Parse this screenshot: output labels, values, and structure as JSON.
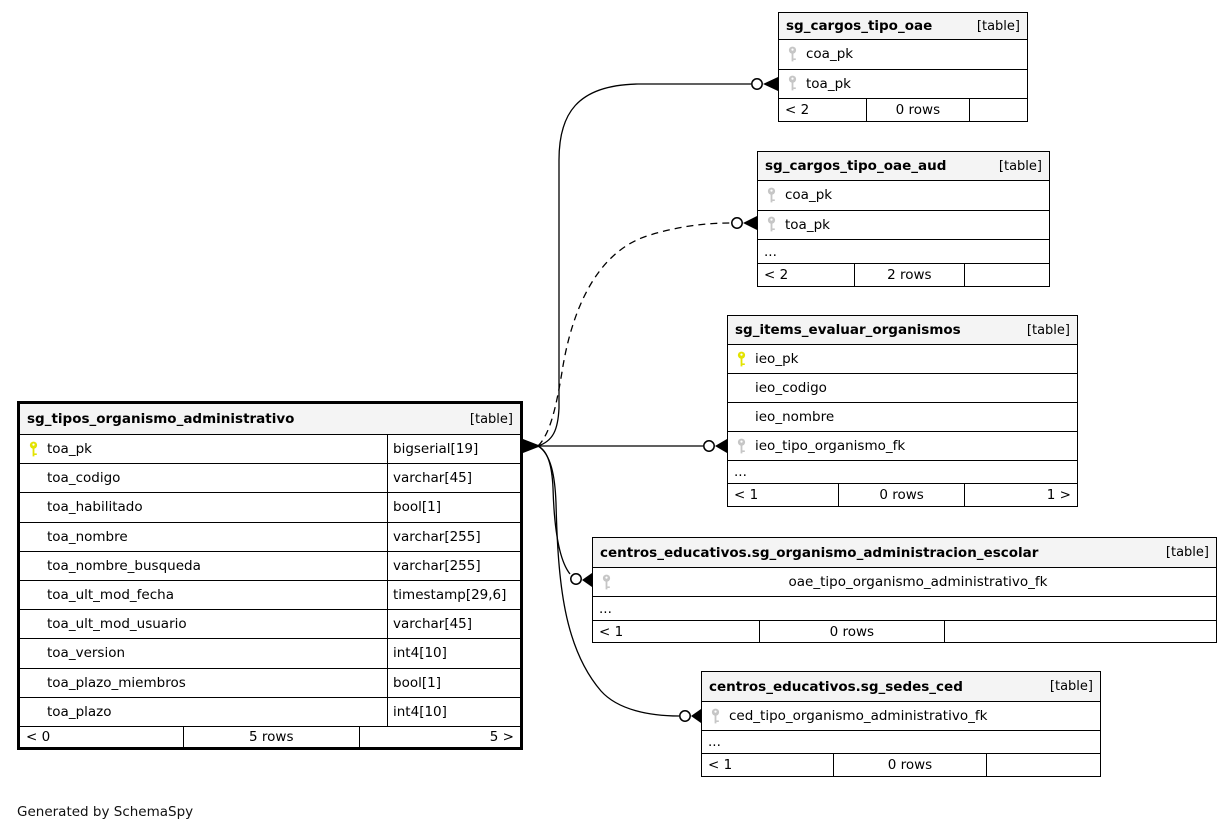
{
  "footer_note": "Generated by SchemaSpy",
  "colors": {
    "primary_key": "#e3e300",
    "foreign_key": "#c6c6c6",
    "header_bg": "#f4f4f4",
    "border": "#000000"
  },
  "tables": [
    {
      "id": "sg_tipos_organismo_administrativo",
      "title": "sg_tipos_organismo_administrativo",
      "tag": "[table]",
      "columns": [
        {
          "name": "toa_pk",
          "type": "bigserial[19]",
          "key": "pk"
        },
        {
          "name": "toa_codigo",
          "type": "varchar[45]",
          "key": ""
        },
        {
          "name": "toa_habilitado",
          "type": "bool[1]",
          "key": ""
        },
        {
          "name": "toa_nombre",
          "type": "varchar[255]",
          "key": ""
        },
        {
          "name": "toa_nombre_busqueda",
          "type": "varchar[255]",
          "key": ""
        },
        {
          "name": "toa_ult_mod_fecha",
          "type": "timestamp[29,6]",
          "key": ""
        },
        {
          "name": "toa_ult_mod_usuario",
          "type": "varchar[45]",
          "key": ""
        },
        {
          "name": "toa_version",
          "type": "int4[10]",
          "key": ""
        },
        {
          "name": "toa_plazo_miembros",
          "type": "bool[1]",
          "key": ""
        },
        {
          "name": "toa_plazo",
          "type": "int4[10]",
          "key": ""
        }
      ],
      "footer": {
        "left": "< 0",
        "center": "5 rows",
        "right": "5 >"
      }
    },
    {
      "id": "sg_cargos_tipo_oae",
      "title": "sg_cargos_tipo_oae",
      "tag": "[table]",
      "columns": [
        {
          "name": "coa_pk",
          "key": "fk"
        },
        {
          "name": "toa_pk",
          "key": "fk"
        }
      ],
      "footer": {
        "left": "< 2",
        "center": "0 rows",
        "right": ""
      }
    },
    {
      "id": "sg_cargos_tipo_oae_aud",
      "title": "sg_cargos_tipo_oae_aud",
      "tag": "[table]",
      "columns": [
        {
          "name": "coa_pk",
          "key": "fk"
        },
        {
          "name": "toa_pk",
          "key": "fk"
        },
        {
          "name": "...",
          "ellipsis": true
        }
      ],
      "footer": {
        "left": "< 2",
        "center": "2 rows",
        "right": ""
      }
    },
    {
      "id": "sg_items_evaluar_organismos",
      "title": "sg_items_evaluar_organismos",
      "tag": "[table]",
      "columns": [
        {
          "name": "ieo_pk",
          "key": "pk"
        },
        {
          "name": "ieo_codigo",
          "key": ""
        },
        {
          "name": "ieo_nombre",
          "key": ""
        },
        {
          "name": "ieo_tipo_organismo_fk",
          "key": "fk"
        },
        {
          "name": "...",
          "ellipsis": true
        }
      ],
      "footer": {
        "left": "< 1",
        "center": "0 rows",
        "right": "1 >"
      }
    },
    {
      "id": "centros_educativos.sg_organismo_administracion_escolar",
      "title": "centros_educativos.sg_organismo_administracion_escolar",
      "tag": "[table]",
      "columns": [
        {
          "name": "oae_tipo_organismo_administrativo_fk",
          "key": "fk",
          "center": true
        },
        {
          "name": "...",
          "ellipsis": true
        }
      ],
      "footer": {
        "left": "< 1",
        "center": "0 rows",
        "right": ""
      }
    },
    {
      "id": "centros_educativos.sg_sedes_ced",
      "title": "centros_educativos.sg_sedes_ced",
      "tag": "[table]",
      "columns": [
        {
          "name": "ced_tipo_organismo_administrativo_fk",
          "key": "fk"
        },
        {
          "name": "...",
          "ellipsis": true
        }
      ],
      "footer": {
        "left": "< 1",
        "center": "0 rows",
        "right": ""
      }
    }
  ]
}
